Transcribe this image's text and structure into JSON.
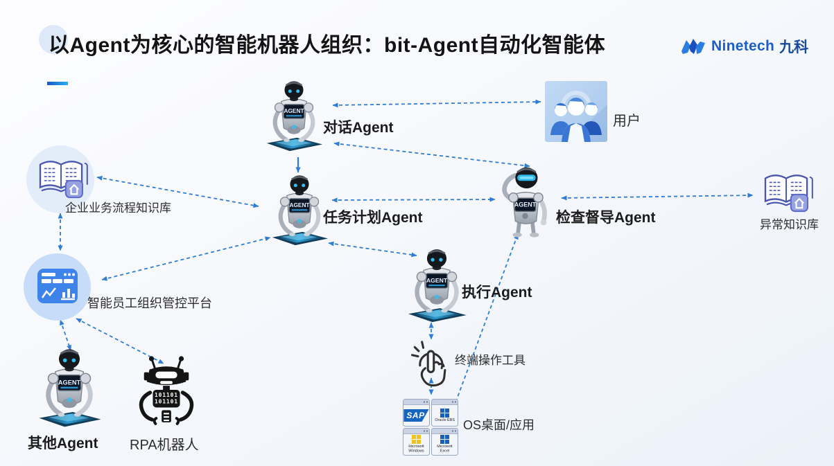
{
  "slide": {
    "title": "以Agent为核心的智能机器人组织：bit-Agent自动化智能体",
    "logo": {
      "brand": "Ninetech",
      "brand_cn": "九科"
    }
  },
  "robots": {
    "chest_label": "AGENT"
  },
  "agents": {
    "dialog": {
      "label": "对话Agent"
    },
    "planner": {
      "label": "任务计划Agent"
    },
    "inspector": {
      "label": "检查督导Agent"
    },
    "executor": {
      "label": "执行Agent"
    },
    "other": {
      "label": "其他Agent"
    }
  },
  "nodes": {
    "user": {
      "label": "用户"
    },
    "biz_kb": {
      "label": "企业业务流程知识库"
    },
    "exception_kb": {
      "label": "异常知识库"
    },
    "platform": {
      "label": "智能员工组织管控平台"
    },
    "rpa": {
      "label": "RPA机器人",
      "binary_rows": [
        "101101",
        "101101"
      ]
    },
    "terminal_tool": {
      "label": "终端操作工具"
    },
    "os_desktop": {
      "label": "OS桌面/应用",
      "apps": [
        {
          "name": "SAP"
        },
        {
          "name": "Oracle EBS"
        },
        {
          "name": "Microsoft Windows"
        },
        {
          "name": "Microsoft Excel"
        }
      ]
    }
  },
  "colors": {
    "arrow": "#2e7cd6",
    "solid_arrow": "#2f7be0",
    "brand_blue": "#1a5fc8"
  }
}
